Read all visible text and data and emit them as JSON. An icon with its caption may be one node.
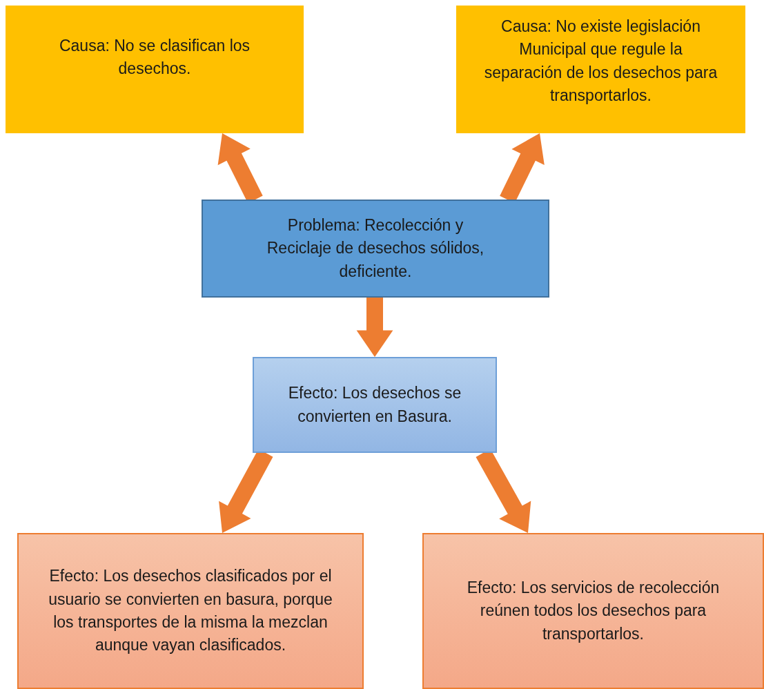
{
  "diagram": {
    "nodes": [
      {
        "text": [
          "Causa: No se clasifican los desechos."
        ]
      },
      {
        "text": [
          "Causa: No existe legislación Municipal que regule la separación de los desechos para transportarlos."
        ]
      },
      {
        "text": [
          "Problema: Recolección  y Reciclaje de desechos sólidos, deficiente."
        ]
      },
      {
        "text": [
          "Efecto: Los desechos se convierten en Basura."
        ]
      },
      {
        "text": [
          "Efecto: Los desechos clasificados por el usuario se convierten en basura, porque los transportes de la misma la mezclan aunque vayan clasificados."
        ]
      },
      {
        "text": [
          "Efecto: Los servicios de recolección reúnen todos los desechos para transportarlos."
        ]
      }
    ],
    "edges": [
      {
        "from": 2,
        "to": 0,
        "arrow": "to"
      },
      {
        "from": 2,
        "to": 1,
        "arrow": "to"
      },
      {
        "from": 2,
        "to": 3,
        "arrow": "to"
      },
      {
        "from": 3,
        "to": 4,
        "arrow": "to"
      },
      {
        "from": 3,
        "to": 5,
        "arrow": "to"
      }
    ]
  }
}
